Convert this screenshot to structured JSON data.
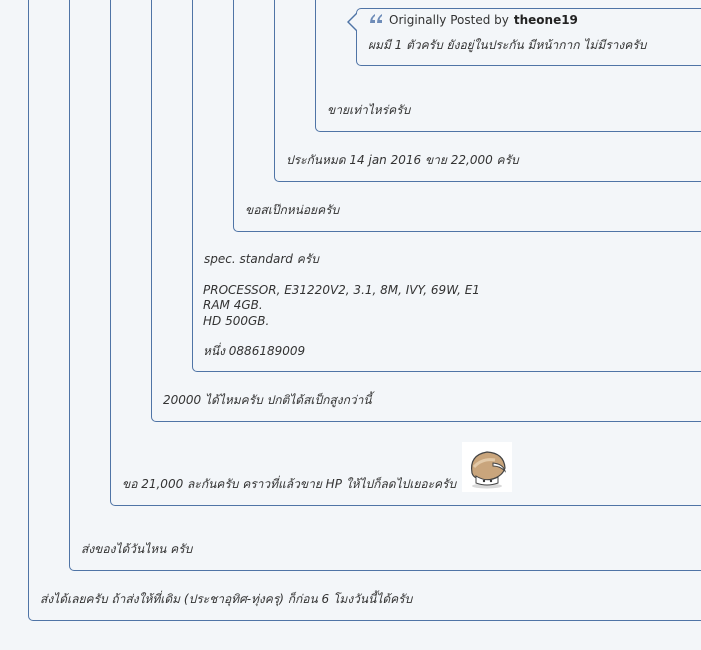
{
  "quote": {
    "prefix": "Originally Posted by",
    "author": "theone19",
    "text": "ผมมี 1 ตัวครับ ยังอยู่ในประกัน มีหน้ากาก ไม่มีรางครับ"
  },
  "posts": [
    {
      "text": "ขายเท่าไหร่ครับ"
    },
    {
      "text": "ประกันหมด 14 jan 2016 ขาย 22,000 ครับ"
    },
    {
      "text": "ขอสเป๊กหน่อยครับ"
    },
    {
      "text": "spec. standard ครับ",
      "spec_lines": [
        "PROCESSOR, E31220V2, 3.1, 8M, IVY, 69W, E1",
        "RAM 4GB.",
        "HD 500GB."
      ],
      "contact": "หนึ่ง 0886189009"
    },
    {
      "text": "20000 ได้ไหมครับ ปกติได้สเป็กสูงกว่านี้"
    },
    {
      "text": "ขอ 21,000 ละกันครับ คราวที่แล้วขาย HP ให้ไปก็ลดไปเยอะครับ"
    },
    {
      "text": "ส่งของได้วันไหน ครับ"
    },
    {
      "text": "ส่งได้เลยครับ ถ้าส่งให้ที่เดิม (ประชาอุทิศ-ทุ่งครุ) ก็ก่อน 6 โมงวันนี้ได้ครับ"
    }
  ],
  "icons": {
    "quote": "quote-icon",
    "emoticon": "smiley-emoticon"
  },
  "colors": {
    "border": "#4f74a6",
    "background": "#f3f6f9"
  }
}
